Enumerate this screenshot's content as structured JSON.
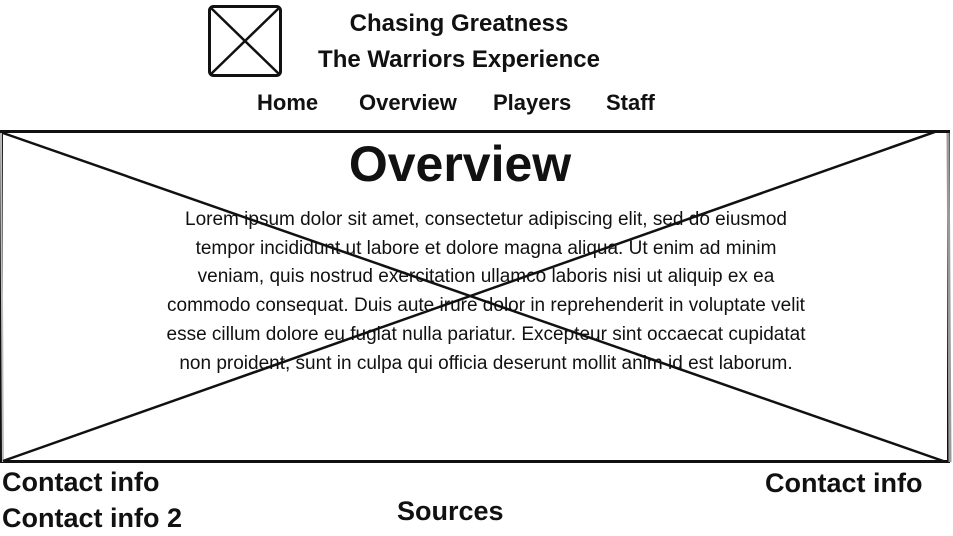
{
  "header": {
    "logo_icon": "image-placeholder-icon",
    "title_line_1": "Chasing Greatness",
    "title_line_2": "The Warriors Experience"
  },
  "nav": {
    "items": [
      {
        "label": "Home"
      },
      {
        "label": "Overview"
      },
      {
        "label": "Players"
      },
      {
        "label": "Staff"
      }
    ]
  },
  "hero": {
    "image_icon": "image-placeholder-icon",
    "heading": "Overview",
    "body": "Lorem ipsum dolor sit amet, consectetur adipiscing elit, sed do eiusmod tempor incididunt ut labore et dolore magna aliqua. Ut enim ad minim veniam, quis nostrud exercitation ullamco laboris nisi ut aliquip ex ea commodo consequat. Duis aute irure dolor in reprehenderit in voluptate velit esse cillum dolore eu fugiat nulla pariatur. Excepteur sint occaecat cupidatat non proident, sunt in culpa qui officia deserunt mollit anim id est laborum."
  },
  "footer": {
    "contact_left_1": "Contact info",
    "contact_left_2": "Contact info 2",
    "sources": "Sources",
    "contact_right": "Contact info"
  }
}
